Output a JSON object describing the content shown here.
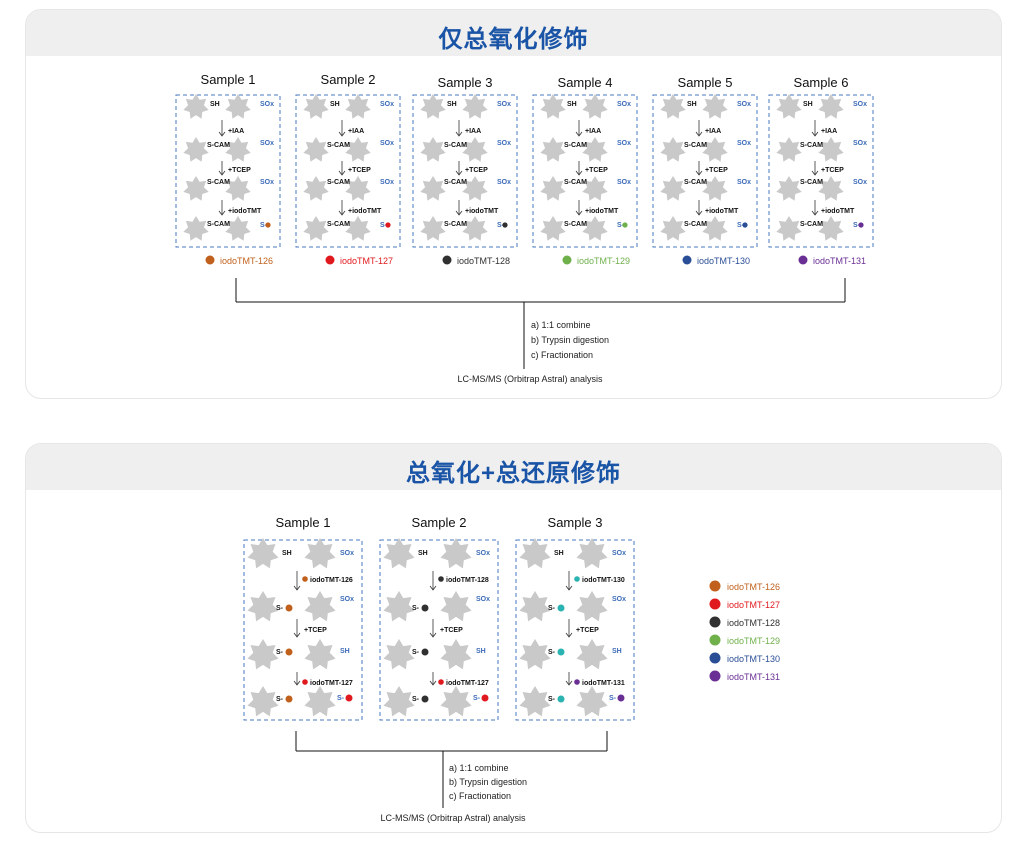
{
  "panel1": {
    "title": "仅总氧化修饰",
    "samples": [
      {
        "label": "Sample 1",
        "tag": "iodoTMT-126",
        "color": "#c0601c"
      },
      {
        "label": "Sample 2",
        "tag": "iodoTMT-127",
        "color": "#e0191e"
      },
      {
        "label": "Sample 3",
        "tag": "iodoTMT-128",
        "color": "#303030"
      },
      {
        "label": "Sample 4",
        "tag": "iodoTMT-129",
        "color": "#6fb04a"
      },
      {
        "label": "Sample 5",
        "tag": "iodoTMT-130",
        "color": "#2a4e96"
      },
      {
        "label": "Sample 6",
        "tag": "iodoTMT-131",
        "color": "#6a2f95"
      }
    ],
    "box_labels": {
      "sh": "SH",
      "sox": "SOx",
      "iaa": "+IAA",
      "scam": "S-CAM",
      "tcep": "+TCEP",
      "iodotmt": "+iodoTMT",
      "s_prefix": "S-"
    },
    "steps": [
      "a)  1:1 combine",
      "b)  Trypsin digestion",
      "c)  Fractionation"
    ],
    "analysis": "LC-MS/MS (Orbitrap Astral) analysis"
  },
  "panel2": {
    "title": "总氧化+总还原修饰",
    "samples": [
      {
        "label": "Sample 1",
        "tag1": "iodoTMT-126",
        "c1": "#c0601c",
        "tag2": "iodoTMT-127",
        "c2": "#e0191e"
      },
      {
        "label": "Sample 2",
        "tag1": "iodoTMT-128",
        "c1": "#303030",
        "tag2": "iodoTMT-127",
        "c2": "#e0191e"
      },
      {
        "label": "Sample 3",
        "tag1": "iodoTMT-130",
        "c1": "#2ab3b0",
        "tag2": "iodoTMT-131",
        "c2": "#6a2f95"
      }
    ],
    "box_labels": {
      "sh": "SH",
      "sox": "SOx",
      "tcep": "+TCEP",
      "s_prefix": "S-"
    },
    "legend": [
      {
        "label": "iodoTMT-126",
        "color": "#c0601c"
      },
      {
        "label": "iodoTMT-127",
        "color": "#e0191e"
      },
      {
        "label": "iodoTMT-128",
        "color": "#303030"
      },
      {
        "label": "iodoTMT-129",
        "color": "#6fb04a"
      },
      {
        "label": "iodoTMT-130",
        "color": "#2a4e96"
      },
      {
        "label": "iodoTMT-131",
        "color": "#6a2f95"
      }
    ],
    "steps": [
      "a)  1:1 combine",
      "b)  Trypsin digestion",
      "c)  Fractionation"
    ],
    "analysis": "LC-MS/MS (Orbitrap Astral) analysis"
  }
}
